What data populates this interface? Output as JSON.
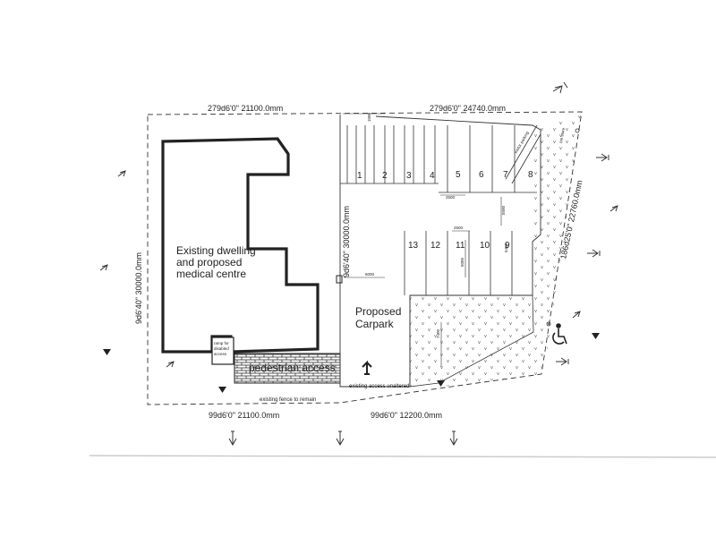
{
  "site_plan": {
    "building_label_lines": [
      "Existing dwelling",
      "and proposed",
      "medical centre"
    ],
    "carpark_label_lines": [
      "Proposed",
      "Carpark"
    ],
    "pedestrian_access": "pedestrian access",
    "existing_access": "existing access unaltered",
    "existing_fence": "existing fence to remain",
    "ramp_label_lines": [
      "ramp for",
      "disabled",
      "access"
    ],
    "visitor_parking": "visitor parking",
    "bin_store": "bin store",
    "bearings": {
      "top_left": "279d6'0\"  21100.0mm",
      "top_right": "279d6'0\"  24740.0mm",
      "left": "9d6'40\"  30000.0mm",
      "middle": "9d6'40\"  30000.0mm",
      "bottom_left": "99d6'0\"  21100.0mm",
      "bottom_right": "99d6'0\"  12200.0mm",
      "right": "186d25'0\"  22760.0mm"
    },
    "parking_numbers_top": [
      "1",
      "2",
      "3",
      "4",
      "5",
      "6",
      "7",
      "8"
    ],
    "parking_numbers_bottom": [
      "13",
      "12",
      "11",
      "10",
      "9"
    ],
    "dimensions": {
      "d2500a": "2500",
      "d2500b": "2500",
      "d5500": "5500",
      "d6000": "6000",
      "d5000": "5000",
      "d5400": "5400",
      "d1000": "1000",
      "d7400": "7400"
    },
    "accessible_symbol": "wheelchair-accessible-symbol",
    "colors": {
      "ink": "#222222",
      "paper": "#ffffff"
    }
  }
}
